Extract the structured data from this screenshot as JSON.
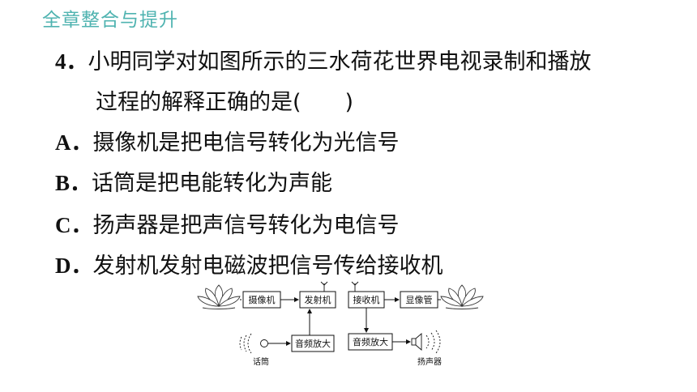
{
  "header": {
    "title": "全章整合与提升"
  },
  "question": {
    "number": "4．",
    "stem_line1": "小明同学对如图所示的三水荷花世界电视录制和播放",
    "stem_line2": "过程的解释正确的是(　　)",
    "options": [
      {
        "letter": "A．",
        "text": "摄像机是把电信号转化为光信号"
      },
      {
        "letter": "B．",
        "text": "话筒是把电能转化为声能"
      },
      {
        "letter": "C．",
        "text": "扬声器是把声信号转化为电信号"
      },
      {
        "letter": "D．",
        "text": "发射机发射电磁波把信号传给接收机"
      }
    ]
  },
  "diagram": {
    "boxes": {
      "camera": "摄像机",
      "transmitter": "发射机",
      "receiver": "接收机",
      "picture_tube": "显像管",
      "amp_left": "音频放大",
      "amp_right": "音频放大"
    },
    "captions": {
      "microphone": "话筒",
      "speaker": "扬声器"
    }
  }
}
